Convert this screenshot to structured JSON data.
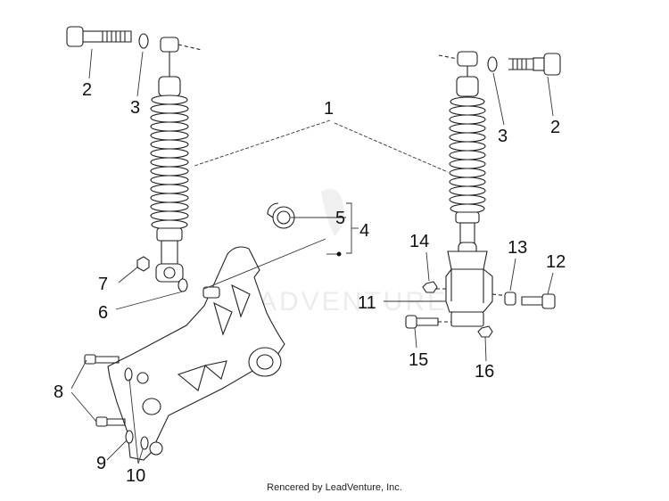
{
  "diagram": {
    "callouts": [
      "1",
      "2",
      "3",
      "2",
      "3",
      "4",
      "5",
      "6",
      "7",
      "8",
      "9",
      "10",
      "11",
      "12",
      "13",
      "14",
      "15",
      "16"
    ],
    "watermark": "ADVENTURE",
    "footer": "Rencered by LeadVenture, Inc."
  }
}
